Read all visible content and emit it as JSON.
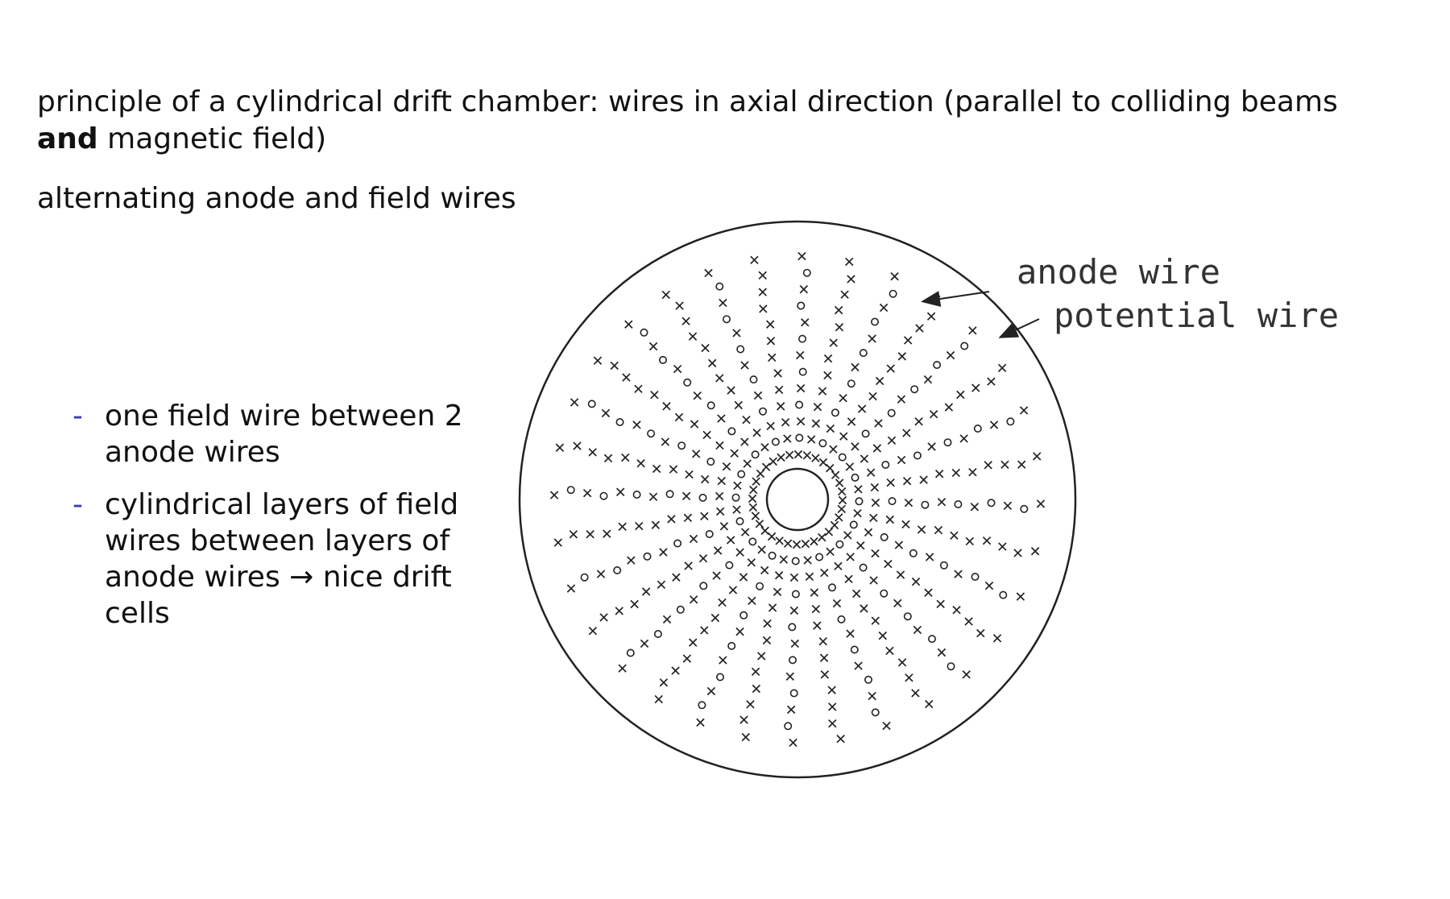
{
  "intro": {
    "part1": "principle of a cylindrical drift chamber: wires in axial direction (parallel to colliding beams ",
    "bold": "and",
    "part2": " magnetic field)"
  },
  "subline": "alternating anode and field wires",
  "bullets": [
    {
      "marker": "-",
      "text": "one field wire between 2 anode wires"
    },
    {
      "marker": "-",
      "text": "cylindrical layers of field wires between layers of anode wires → nice drift cells"
    }
  ],
  "diagram": {
    "labels": {
      "anode": "anode wire",
      "potential": "potential wire"
    },
    "symbols": {
      "anode": "o",
      "field": "x"
    }
  }
}
